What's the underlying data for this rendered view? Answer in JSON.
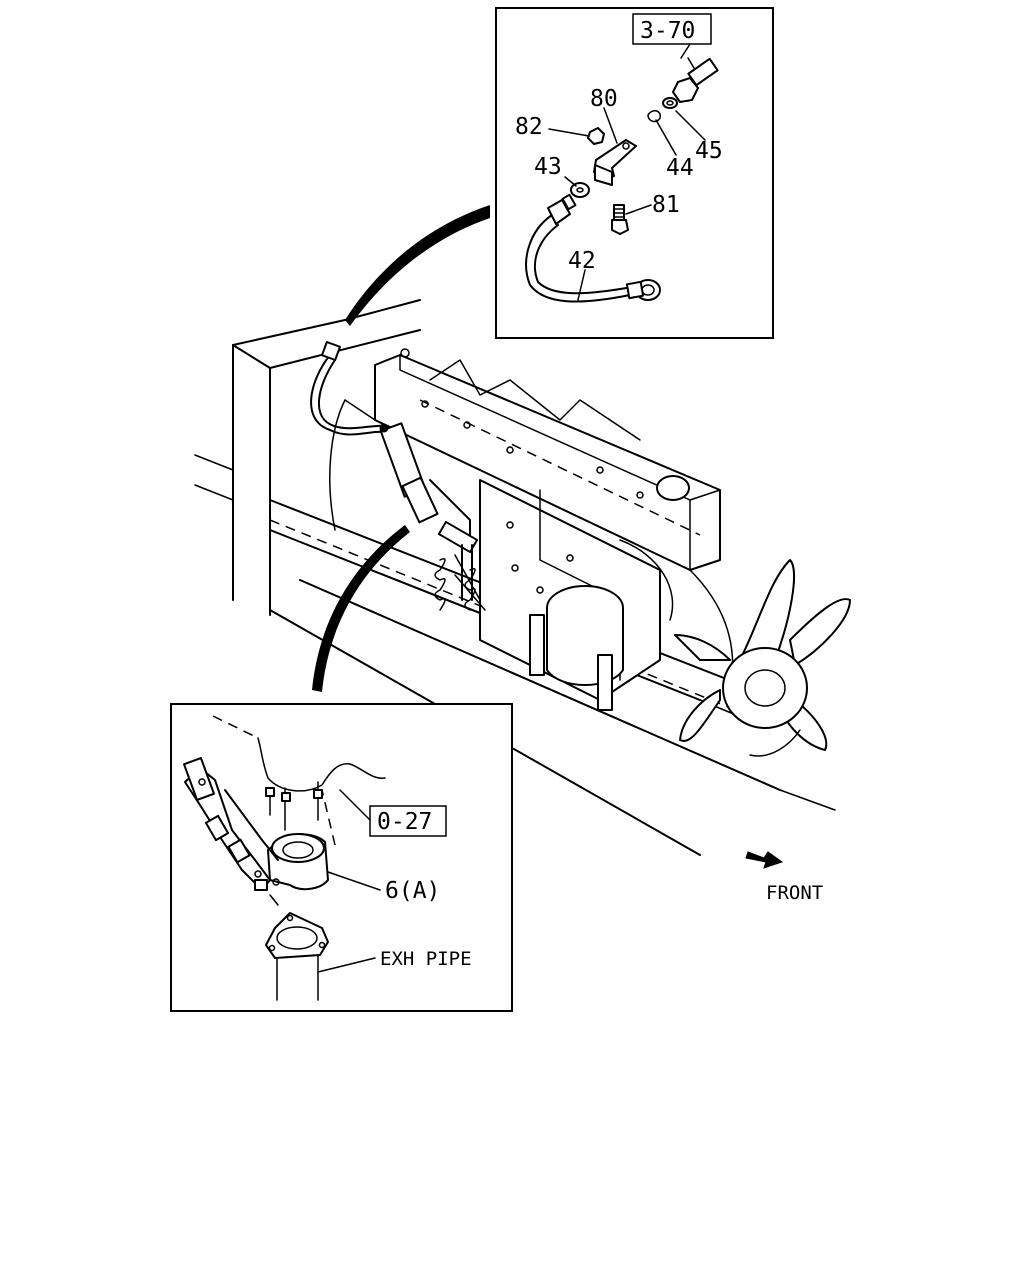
{
  "labels": {
    "ref_3_70": "3-70",
    "ref_0_27": "0-27",
    "p80": "80",
    "p82": "82",
    "p43": "43",
    "p44": "44",
    "p45": "45",
    "p81": "81",
    "p42": "42",
    "p6a": "6(A)",
    "exh_pipe": "EXH PIPE",
    "front": "FRONT"
  }
}
